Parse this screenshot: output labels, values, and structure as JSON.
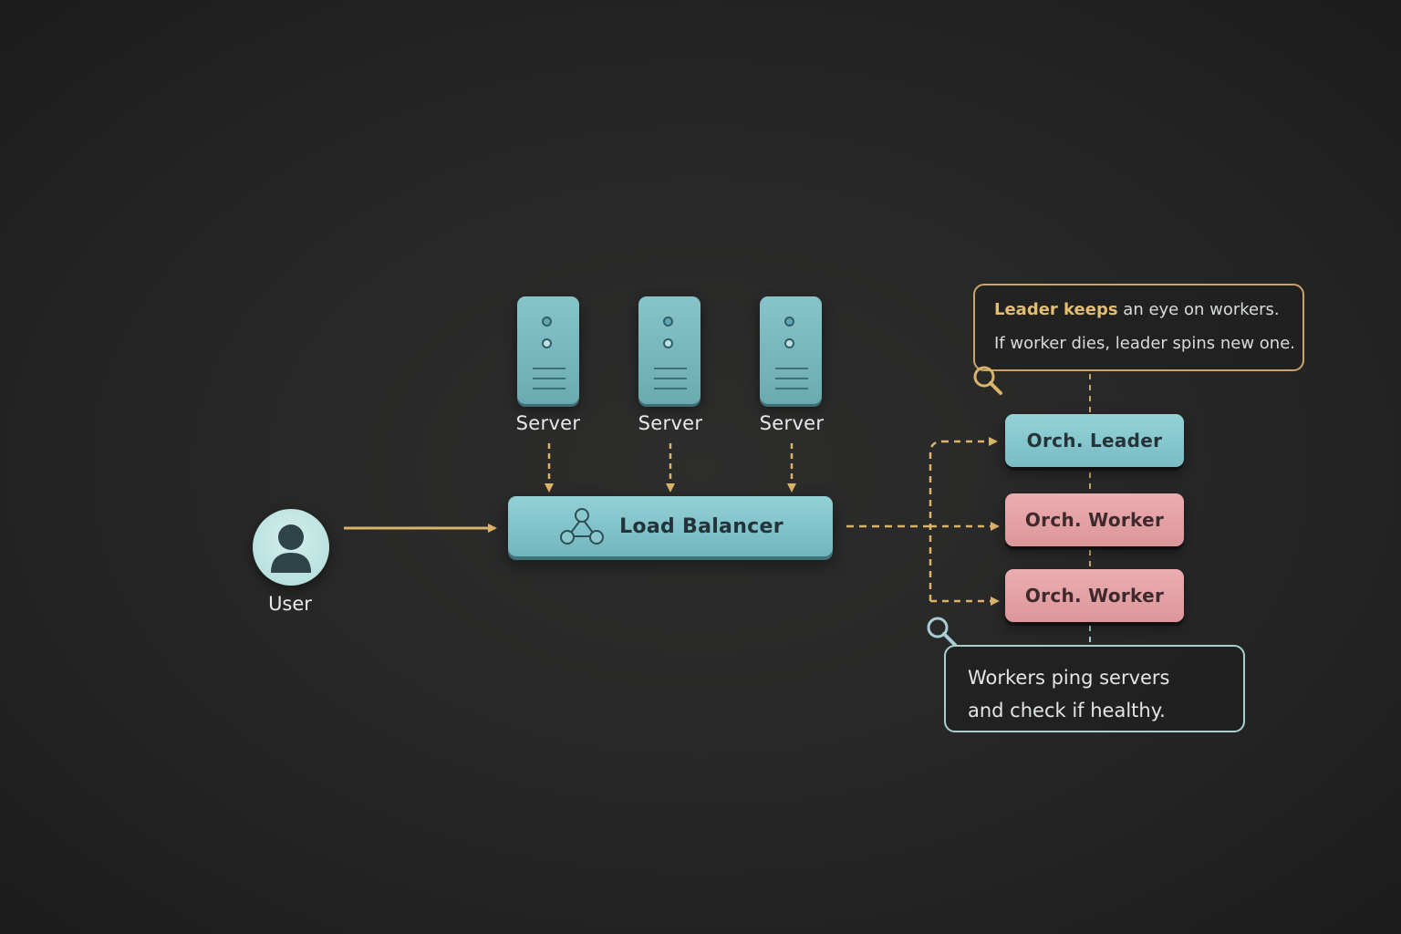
{
  "nodes": {
    "servers": [
      {
        "label": "Server"
      },
      {
        "label": "Server"
      },
      {
        "label": "Server"
      }
    ],
    "load_balancer": {
      "label": "Load Balancer"
    },
    "user": {
      "label": "User"
    },
    "orchestrator": {
      "leader": {
        "label": "Orch. Leader"
      },
      "workers": [
        {
          "label": "Orch. Worker"
        },
        {
          "label": "Orch. Worker"
        }
      ]
    }
  },
  "notes": {
    "leader_note": {
      "highlight": "Leader keeps",
      "line1_rest": " an eye on workers.",
      "line2": "If worker dies, leader spins new one."
    },
    "worker_note": {
      "line1": "Workers ping servers",
      "line2": "and check if healthy."
    }
  },
  "colors": {
    "background": "#262626",
    "arrow": "#d9b46a",
    "teal_node": "#7fc2c9",
    "pink_node": "#e3a2a5",
    "leader_note_border": "#c8a56a",
    "worker_note_border": "#a9cfd3"
  },
  "icons": {
    "user": "person-icon",
    "load_balancer": "network-nodes-icon",
    "notes": "magnifier-icon"
  }
}
